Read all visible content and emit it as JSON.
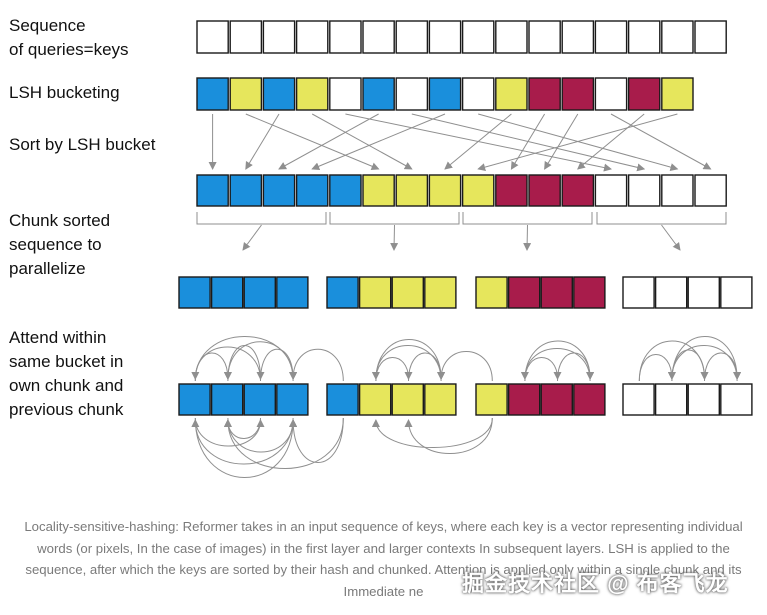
{
  "labels": {
    "sequence": "Sequence\n of queries=keys",
    "lsh": "LSH bucketing",
    "sort": "Sort by LSH bucket",
    "chunk": "Chunk sorted\nsequence to\nparallelize",
    "attend": "Attend within\nsame bucket in\nown chunk and\nprevious chunk"
  },
  "colors": {
    "blue": "#1a8fdc",
    "yellow": "#e6e65c",
    "crimson": "#a81c4b",
    "white": "#ffffff",
    "border": "#1a1a1a",
    "arrow": "#8f8f8f"
  },
  "sequence_count": 16,
  "lsh_buckets": [
    "blue",
    "yellow",
    "blue",
    "yellow",
    "white",
    "blue",
    "white",
    "blue",
    "white",
    "yellow",
    "crimson",
    "crimson",
    "white",
    "crimson",
    "yellow"
  ],
  "sorted_buckets": [
    "blue",
    "blue",
    "blue",
    "blue",
    "blue",
    "yellow",
    "yellow",
    "yellow",
    "yellow",
    "crimson",
    "crimson",
    "crimson",
    "white",
    "white",
    "white",
    "white"
  ],
  "chunks": [
    [
      "blue",
      "blue",
      "blue",
      "blue"
    ],
    [
      "blue",
      "yellow",
      "yellow",
      "yellow"
    ],
    [
      "yellow",
      "crimson",
      "crimson",
      "crimson"
    ],
    [
      "white",
      "white",
      "white",
      "white"
    ]
  ],
  "caption": "Locality-sensitive-hashing: Reformer takes in an input sequence of keys, where each key is a vector representing individual words (or pixels, In the case of images) in the first layer and larger contexts In subsequent layers. LSH is applied to the sequence, after which the keys are sorted by their hash and chunked. Attention is applied only within a single chunk and its Immediate ne",
  "watermark": "掘金技术社区 @ 布客飞龙"
}
